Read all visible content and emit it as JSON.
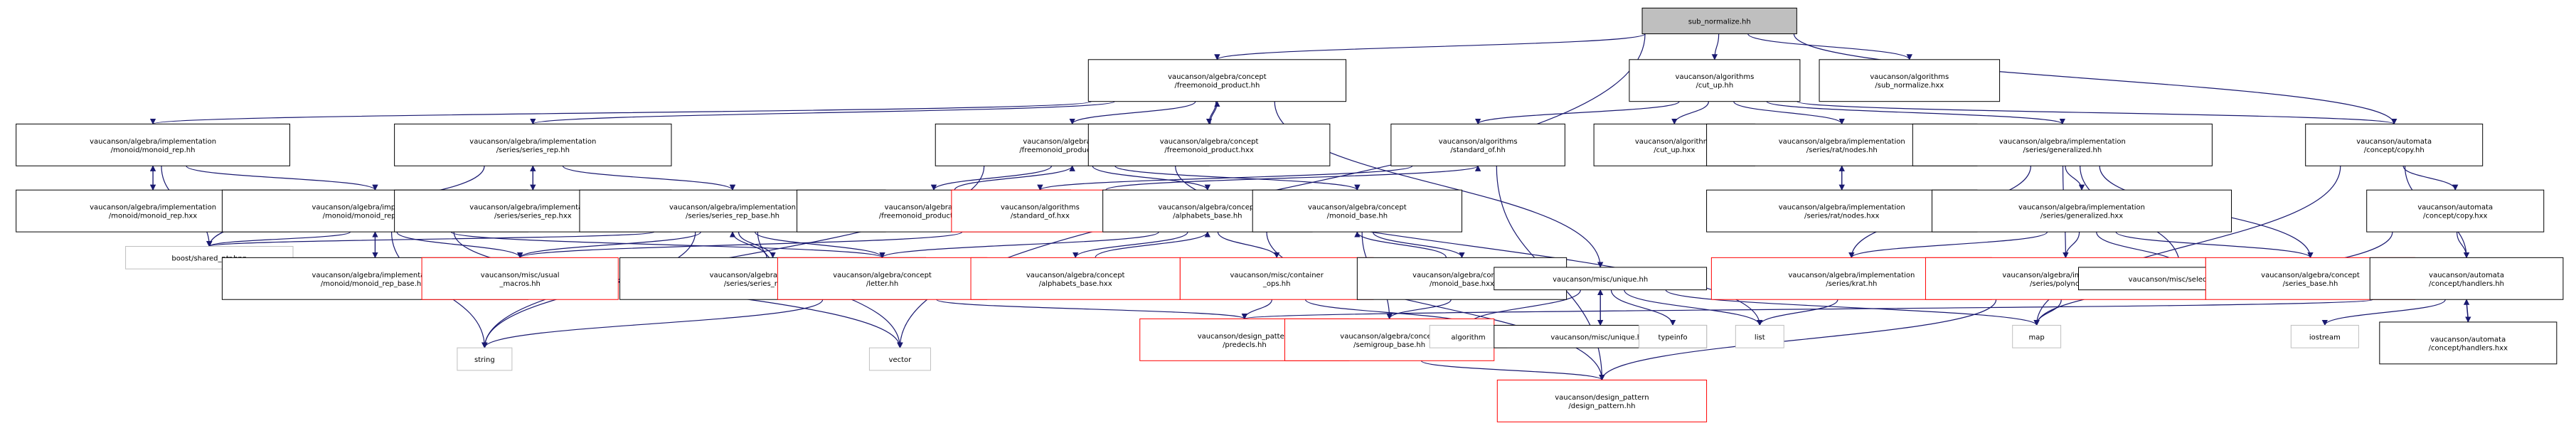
{
  "graph": {
    "colors": {
      "root_fill": "#bfbfbf",
      "root_border": "#000000",
      "border": "#000000",
      "border_red": "#ff0000",
      "border_gray": "#bfbfbf",
      "edge": "#191970"
    },
    "nodes": [
      {
        "id": "sub_normalize_hh",
        "lines": [
          "sub_normalize.hh"
        ],
        "kind": "root"
      },
      {
        "id": "freemonoid_product_hh",
        "lines": [
          "vaucanson/algebra/concept",
          "/freemonoid_product.hh"
        ],
        "kind": "normal"
      },
      {
        "id": "cut_up_hh",
        "lines": [
          "vaucanson/algorithms",
          "/cut_up.hh"
        ],
        "kind": "normal"
      },
      {
        "id": "sub_normalize_hxx",
        "lines": [
          "vaucanson/algorithms",
          "/sub_normalize.hxx"
        ],
        "kind": "normal"
      },
      {
        "id": "monoid_rep_hh",
        "lines": [
          "vaucanson/algebra/implementation",
          "/monoid/monoid_rep.hh"
        ],
        "kind": "normal"
      },
      {
        "id": "series_rep_hh",
        "lines": [
          "vaucanson/algebra/implementation",
          "/series/series_rep.hh"
        ],
        "kind": "normal"
      },
      {
        "id": "freemonoid_product_base_hh",
        "lines": [
          "vaucanson/algebra/concept",
          "/freemonoid_product_base.hh"
        ],
        "kind": "normal"
      },
      {
        "id": "freemonoid_product_hxx",
        "lines": [
          "vaucanson/algebra/concept",
          "/freemonoid_product.hxx"
        ],
        "kind": "normal"
      },
      {
        "id": "standard_of_hh",
        "lines": [
          "vaucanson/algorithms",
          "/standard_of.hh"
        ],
        "kind": "normal"
      },
      {
        "id": "cut_up_hxx",
        "lines": [
          "vaucanson/algorithms",
          "/cut_up.hxx"
        ],
        "kind": "normal"
      },
      {
        "id": "rat_nodes_hh",
        "lines": [
          "vaucanson/algebra/implementation",
          "/series/rat/nodes.hh"
        ],
        "kind": "normal"
      },
      {
        "id": "generalized_hh",
        "lines": [
          "vaucanson/algebra/implementation",
          "/series/generalized.hh"
        ],
        "kind": "normal"
      },
      {
        "id": "copy_hh",
        "lines": [
          "vaucanson/automata",
          "/concept/copy.hh"
        ],
        "kind": "normal"
      },
      {
        "id": "monoid_rep_hxx",
        "lines": [
          "vaucanson/algebra/implementation",
          "/monoid/monoid_rep.hxx"
        ],
        "kind": "normal"
      },
      {
        "id": "monoid_rep_base_hh",
        "lines": [
          "vaucanson/algebra/implementation",
          "/monoid/monoid_rep_base.hh"
        ],
        "kind": "normal"
      },
      {
        "id": "series_rep_hxx",
        "lines": [
          "vaucanson/algebra/implementation",
          "/series/series_rep.hxx"
        ],
        "kind": "normal"
      },
      {
        "id": "series_rep_base_hh",
        "lines": [
          "vaucanson/algebra/implementation",
          "/series/series_rep_base.hh"
        ],
        "kind": "normal"
      },
      {
        "id": "freemonoid_product_base_hxx",
        "lines": [
          "vaucanson/algebra/concept",
          "/freemonoid_product_base.hxx"
        ],
        "kind": "normal"
      },
      {
        "id": "standard_of_hxx",
        "lines": [
          "vaucanson/algorithms",
          "/standard_of.hxx"
        ],
        "kind": "red"
      },
      {
        "id": "alphabets_base_hh",
        "lines": [
          "vaucanson/algebra/concept",
          "/alphabets_base.hh"
        ],
        "kind": "normal"
      },
      {
        "id": "monoid_base_hh",
        "lines": [
          "vaucanson/algebra/concept",
          "/monoid_base.hh"
        ],
        "kind": "normal"
      },
      {
        "id": "rat_nodes_hxx",
        "lines": [
          "vaucanson/algebra/implementation",
          "/series/rat/nodes.hxx"
        ],
        "kind": "normal"
      },
      {
        "id": "generalized_hxx",
        "lines": [
          "vaucanson/algebra/implementation",
          "/series/generalized.hxx"
        ],
        "kind": "normal"
      },
      {
        "id": "copy_hxx",
        "lines": [
          "vaucanson/automata",
          "/concept/copy.hxx"
        ],
        "kind": "normal"
      },
      {
        "id": "shared_ptr_hpp",
        "lines": [
          "boost/shared_ptr.hpp"
        ],
        "kind": "gray"
      },
      {
        "id": "monoid_rep_base_hxx",
        "lines": [
          "vaucanson/algebra/implementation",
          "/monoid/monoid_rep_base.hxx"
        ],
        "kind": "normal"
      },
      {
        "id": "usual_macros_hh",
        "lines": [
          "vaucanson/misc/usual",
          "_macros.hh"
        ],
        "kind": "red"
      },
      {
        "id": "series_rep_base_hxx",
        "lines": [
          "vaucanson/algebra/implementation",
          "/series/series_rep_base.hxx"
        ],
        "kind": "normal"
      },
      {
        "id": "letter_hh",
        "lines": [
          "vaucanson/algebra/concept",
          "/letter.hh"
        ],
        "kind": "red"
      },
      {
        "id": "alphabets_base_hxx",
        "lines": [
          "vaucanson/algebra/concept",
          "/alphabets_base.hxx"
        ],
        "kind": "red"
      },
      {
        "id": "container_ops_hh",
        "lines": [
          "vaucanson/misc/container",
          "_ops.hh"
        ],
        "kind": "red"
      },
      {
        "id": "monoid_base_hxx",
        "lines": [
          "vaucanson/algebra/concept",
          "/monoid_base.hxx"
        ],
        "kind": "normal"
      },
      {
        "id": "unique_hh",
        "lines": [
          "vaucanson/misc/unique.hh"
        ],
        "kind": "normal"
      },
      {
        "id": "krat_hh",
        "lines": [
          "vaucanson/algebra/implementation",
          "/series/krat.hh"
        ],
        "kind": "red"
      },
      {
        "id": "polynoms_hh",
        "lines": [
          "vaucanson/algebra/implementation",
          "/series/polynoms.hh"
        ],
        "kind": "red"
      },
      {
        "id": "selectors_hh",
        "lines": [
          "vaucanson/misc/selectors.hh"
        ],
        "kind": "normal"
      },
      {
        "id": "series_base_hh",
        "lines": [
          "vaucanson/algebra/concept",
          "/series_base.hh"
        ],
        "kind": "red"
      },
      {
        "id": "handlers_hh",
        "lines": [
          "vaucanson/automata",
          "/concept/handlers.hh"
        ],
        "kind": "normal"
      },
      {
        "id": "predecls_hh",
        "lines": [
          "vaucanson/design_pattern",
          "/predecls.hh"
        ],
        "kind": "red"
      },
      {
        "id": "semigroup_base_hh",
        "lines": [
          "vaucanson/algebra/concept",
          "/semigroup_base.hh"
        ],
        "kind": "red"
      },
      {
        "id": "algorithm",
        "lines": [
          "algorithm"
        ],
        "kind": "gray"
      },
      {
        "id": "unique_hxx",
        "lines": [
          "vaucanson/misc/unique.hxx"
        ],
        "kind": "normal"
      },
      {
        "id": "typeinfo",
        "lines": [
          "typeinfo"
        ],
        "kind": "gray"
      },
      {
        "id": "list",
        "lines": [
          "list"
        ],
        "kind": "gray"
      },
      {
        "id": "map",
        "lines": [
          "map"
        ],
        "kind": "gray"
      },
      {
        "id": "iostream",
        "lines": [
          "iostream"
        ],
        "kind": "gray"
      },
      {
        "id": "handlers_hxx",
        "lines": [
          "vaucanson/automata",
          "/concept/handlers.hxx"
        ],
        "kind": "normal"
      },
      {
        "id": "string",
        "lines": [
          "string"
        ],
        "kind": "gray"
      },
      {
        "id": "vector",
        "lines": [
          "vector"
        ],
        "kind": "gray"
      },
      {
        "id": "design_pattern_hh",
        "lines": [
          "vaucanson/design_pattern",
          "/design_pattern.hh"
        ],
        "kind": "red"
      }
    ],
    "edges": [
      [
        "sub_normalize_hh",
        "freemonoid_product_hh"
      ],
      [
        "sub_normalize_hh",
        "cut_up_hh"
      ],
      [
        "sub_normalize_hh",
        "sub_normalize_hxx"
      ],
      [
        "sub_normalize_hh",
        "copy_hh"
      ],
      [
        "sub_normalize_hh",
        "vector"
      ],
      [
        "freemonoid_product_hh",
        "monoid_rep_hh"
      ],
      [
        "freemonoid_product_hh",
        "series_rep_hh"
      ],
      [
        "freemonoid_product_hh",
        "freemonoid_product_base_hh"
      ],
      [
        "freemonoid_product_hh",
        "freemonoid_product_hxx"
      ],
      [
        "freemonoid_product_hh",
        "unique_hh"
      ],
      [
        "freemonoid_product_hxx",
        "freemonoid_product_hh"
      ],
      [
        "monoid_rep_hh",
        "shared_ptr_hpp"
      ],
      [
        "monoid_rep_hh",
        "monoid_rep_hxx"
      ],
      [
        "monoid_rep_hh",
        "monoid_rep_base_hh"
      ],
      [
        "monoid_rep_hxx",
        "monoid_rep_hh"
      ],
      [
        "monoid_rep_base_hh",
        "shared_ptr_hpp"
      ],
      [
        "monoid_rep_base_hh",
        "monoid_rep_base_hxx"
      ],
      [
        "monoid_rep_base_hh",
        "usual_macros_hh"
      ],
      [
        "monoid_rep_base_hh",
        "string"
      ],
      [
        "monoid_rep_base_hh",
        "vector"
      ],
      [
        "monoid_rep_base_hh",
        "letter_hh"
      ],
      [
        "monoid_rep_base_hxx",
        "monoid_rep_base_hh"
      ],
      [
        "series_rep_hh",
        "shared_ptr_hpp"
      ],
      [
        "series_rep_hh",
        "series_rep_hxx"
      ],
      [
        "series_rep_hh",
        "series_rep_base_hh"
      ],
      [
        "series_rep_hxx",
        "series_rep_hh"
      ],
      [
        "series_rep_base_hh",
        "shared_ptr_hpp"
      ],
      [
        "series_rep_base_hh",
        "string"
      ],
      [
        "series_rep_base_hh",
        "series_rep_base_hxx"
      ],
      [
        "series_rep_base_hh",
        "letter_hh"
      ],
      [
        "series_rep_base_hh",
        "vector"
      ],
      [
        "series_rep_base_hh",
        "usual_macros_hh"
      ],
      [
        "series_rep_base_hxx",
        "series_rep_base_hh"
      ],
      [
        "freemonoid_product_base_hh",
        "freemonoid_product_base_hxx"
      ],
      [
        "freemonoid_product_base_hh",
        "alphabets_base_hh"
      ],
      [
        "freemonoid_product_base_hh",
        "monoid_base_hh"
      ],
      [
        "freemonoid_product_base_hh",
        "list"
      ],
      [
        "freemonoid_product_base_hh",
        "string"
      ],
      [
        "freemonoid_product_base_hxx",
        "freemonoid_product_base_hh"
      ],
      [
        "alphabets_base_hh",
        "alphabets_base_hxx"
      ],
      [
        "alphabets_base_hh",
        "letter_hh"
      ],
      [
        "alphabets_base_hh",
        "container_ops_hh"
      ],
      [
        "alphabets_base_hh",
        "design_pattern_hh"
      ],
      [
        "alphabets_base_hxx",
        "alphabets_base_hh"
      ],
      [
        "letter_hh",
        "string"
      ],
      [
        "letter_hh",
        "predecls_hh"
      ],
      [
        "container_ops_hh",
        "algorithm"
      ],
      [
        "container_ops_hh",
        "predecls_hh"
      ],
      [
        "monoid_base_hh",
        "monoid_base_hxx"
      ],
      [
        "monoid_base_hh",
        "semigroup_base_hh"
      ],
      [
        "monoid_base_hxx",
        "monoid_base_hh"
      ],
      [
        "monoid_base_hxx",
        "semigroup_base_hh"
      ],
      [
        "semigroup_base_hh",
        "design_pattern_hh"
      ],
      [
        "cut_up_hh",
        "standard_of_hh"
      ],
      [
        "cut_up_hh",
        "cut_up_hxx"
      ],
      [
        "cut_up_hh",
        "rat_nodes_hh"
      ],
      [
        "cut_up_hh",
        "generalized_hh"
      ],
      [
        "cut_up_hh",
        "copy_hh"
      ],
      [
        "standard_of_hh",
        "standard_of_hxx"
      ],
      [
        "standard_of_hh",
        "design_pattern_hh"
      ],
      [
        "standard_of_hxx",
        "standard_of_hh"
      ],
      [
        "standard_of_hxx",
        "usual_macros_hh"
      ],
      [
        "rat_nodes_hh",
        "rat_nodes_hxx"
      ],
      [
        "rat_nodes_hxx",
        "rat_nodes_hh"
      ],
      [
        "generalized_hh",
        "generalized_hxx"
      ],
      [
        "generalized_hh",
        "krat_hh"
      ],
      [
        "generalized_hh",
        "polynoms_hh"
      ],
      [
        "generalized_hh",
        "selectors_hh"
      ],
      [
        "generalized_hh",
        "series_base_hh"
      ],
      [
        "generalized_hxx",
        "krat_hh"
      ],
      [
        "generalized_hxx",
        "polynoms_hh"
      ],
      [
        "generalized_hxx",
        "selectors_hh"
      ],
      [
        "generalized_hxx",
        "series_base_hh"
      ],
      [
        "krat_hh",
        "list"
      ],
      [
        "polynoms_hh",
        "map"
      ],
      [
        "polynoms_hh",
        "design_pattern_hh"
      ],
      [
        "unique_hh",
        "unique_hxx"
      ],
      [
        "unique_hh",
        "algorithm"
      ],
      [
        "unique_hh",
        "typeinfo"
      ],
      [
        "unique_hh",
        "list"
      ],
      [
        "unique_hh",
        "map"
      ],
      [
        "unique_hxx",
        "unique_hh"
      ],
      [
        "copy_hh",
        "copy_hxx"
      ],
      [
        "copy_hh",
        "handlers_hh"
      ],
      [
        "copy_hh",
        "map"
      ],
      [
        "copy_hxx",
        "handlers_hh"
      ],
      [
        "copy_hxx",
        "map"
      ],
      [
        "handlers_hh",
        "iostream"
      ],
      [
        "handlers_hh",
        "handlers_hxx"
      ],
      [
        "handlers_hh",
        "predecls_hh"
      ],
      [
        "handlers_hxx",
        "handlers_hh"
      ]
    ]
  }
}
